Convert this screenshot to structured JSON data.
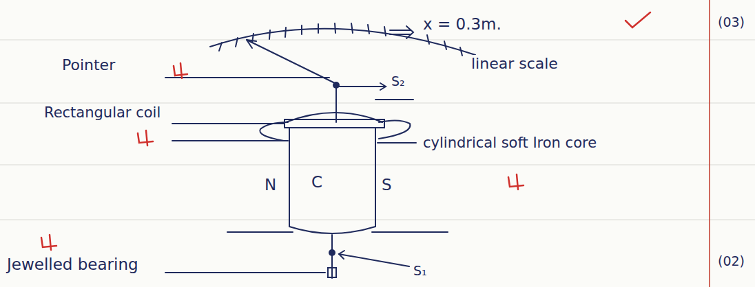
{
  "diagram": {
    "labels": [
      "x = 0.3m.",
      "(03)",
      "Pointer",
      "linear scale",
      "S₂",
      "Rectangular coil",
      "cylindrical soft Iron core",
      "N",
      "C",
      "S",
      "Jewelled bearing",
      "S₁",
      "(02)"
    ]
  }
}
